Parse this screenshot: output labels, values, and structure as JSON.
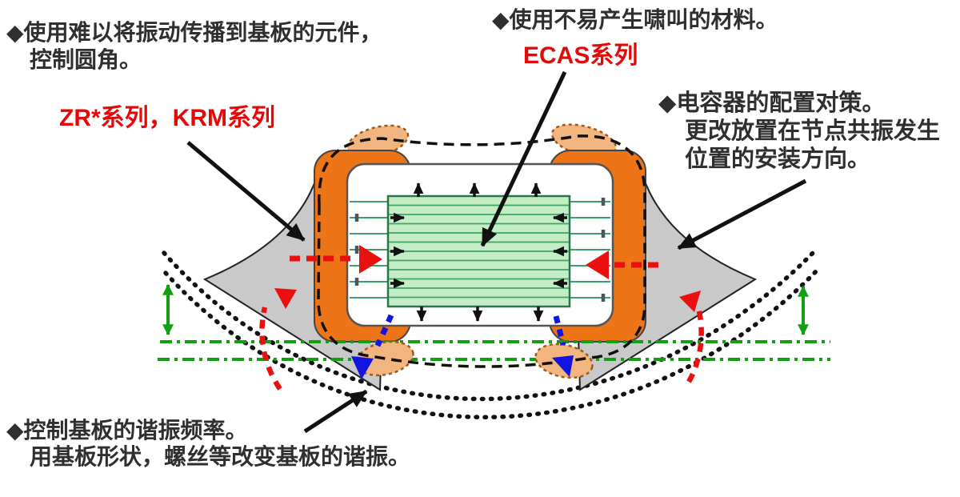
{
  "annotations": {
    "component": {
      "bullet": "◆",
      "line1": "使用难以将振动传播到基板的元件，",
      "line2": "控制圆角。",
      "series": "ZR*系列，KRM系列"
    },
    "material": {
      "bullet": "◆",
      "line1": "使用不易产生啸叫的材料。",
      "series": "ECAS系列"
    },
    "placement": {
      "bullet": "◆",
      "line1": "电容器的配置对策。",
      "line2": "更改放置在节点共振发生",
      "line3": "位置的安装方向。"
    },
    "board": {
      "bullet": "◆",
      "line1": "控制基板的谐振频率。",
      "line2": "用基板形状，螺丝等改变基板的谐振。"
    }
  },
  "colors": {
    "termination_orange": "#ee7418",
    "solder_fillet_gray": "#c9c9c9",
    "deformed_solder_peach": "#f3b57f",
    "electrode_block_green": "#c3eec3",
    "electrode_line_green": "#3d9e6e",
    "neutral_axis_green": "#12a012",
    "vibration_red": "#ea1010",
    "stress_blue": "#1414e0",
    "series_label_red": "#e60808",
    "note_text": "#2f2f2f",
    "board_outline_black": "#111111"
  }
}
